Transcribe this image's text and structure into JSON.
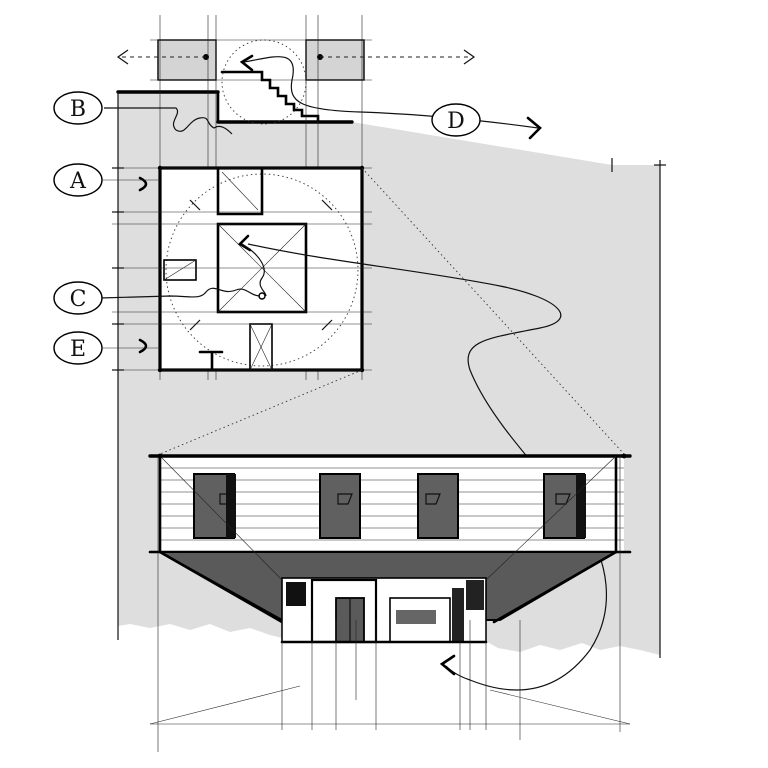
{
  "labels": {
    "a": "A",
    "b": "B",
    "c": "C",
    "d": "D",
    "e": "E"
  },
  "colors": {
    "background": "#ffffff",
    "paper_shade": "#dedede",
    "dark_fill": "#5a5a5a",
    "window_fill": "#606060",
    "ink": "#000000"
  }
}
